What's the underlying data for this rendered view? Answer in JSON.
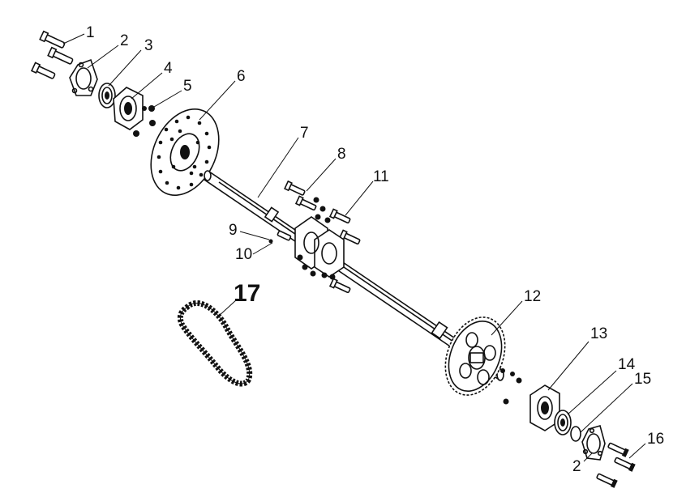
{
  "labels": {
    "p1": "1",
    "p2a": "2",
    "p2b": "2",
    "p3": "3",
    "p4": "4",
    "p5": "5",
    "p6": "6",
    "p7": "7",
    "p8": "8",
    "p9": "9",
    "p10": "10",
    "p11": "11",
    "p12": "12",
    "p13": "13",
    "p14": "14",
    "p15": "15",
    "p16": "16",
    "p17": "17"
  }
}
